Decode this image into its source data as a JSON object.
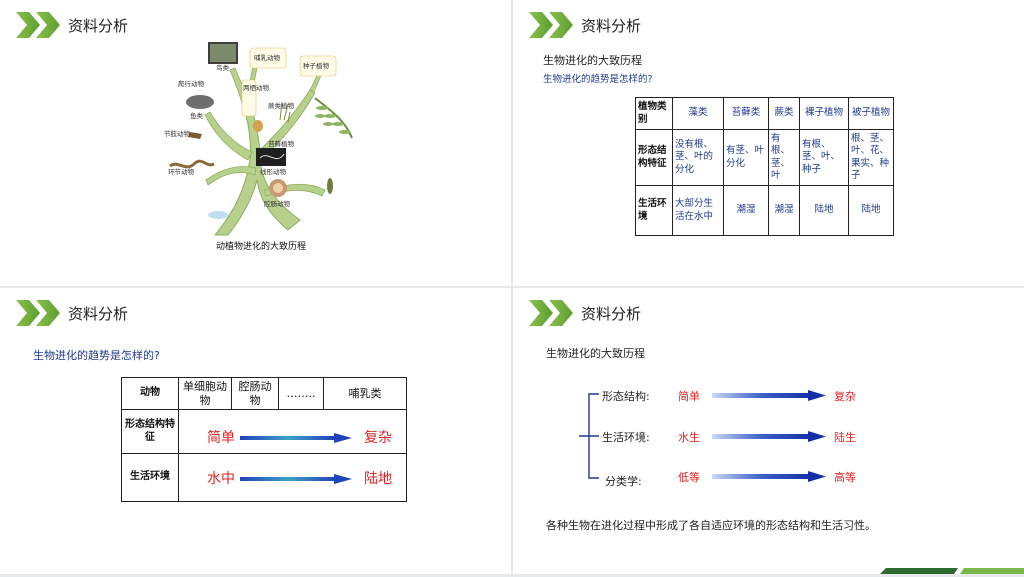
{
  "slides": [
    {
      "title": "资料分析",
      "tree": {
        "labels": {
          "mammal": "哺乳动物",
          "seed_plant": "种子植物",
          "bird": "鸟类",
          "reptile": "爬行动物",
          "amphibian": "两栖动物",
          "fern": "蕨类植物",
          "fish": "鱼类",
          "arthropod": "节肢动物",
          "moss": "苔藓植物",
          "annelid": "环节动物",
          "nematode": "线形动物",
          "cnidarian": "腔肠动物"
        },
        "caption": "动植物进化的大致历程"
      }
    },
    {
      "title": "资料分析",
      "heading": "生物进化的大致历程",
      "question": "生物进化的趋势是怎样的?",
      "table": {
        "header": [
          "植物类别",
          "藻类",
          "苔藓类",
          "蕨类",
          "裸子植物",
          "被子植物"
        ],
        "rows": [
          [
            "形态结构特征",
            "没有根、茎、叶的分化",
            "有茎、叶分化",
            "有根、茎、叶",
            "有根、茎、叶、种子",
            "根、茎、叶、花、果实、种子"
          ],
          [
            "生活环境",
            "大部分生活在水中",
            "潮湿",
            "潮湿",
            "陆地",
            "陆地"
          ]
        ]
      }
    },
    {
      "title": "资料分析",
      "question": "生物进化的趋势是怎样的?",
      "table": {
        "header": [
          "动物",
          "单细胞动物",
          "腔肠动物",
          "……..",
          "哺乳类"
        ],
        "row_labels": [
          "形态结构特征",
          "生活环境"
        ],
        "from": [
          "简单",
          "水中"
        ],
        "to": [
          "复杂",
          "陆地"
        ]
      }
    },
    {
      "title": "资料分析",
      "heading": "生物进化的大致历程",
      "rows": [
        {
          "label": "形态结构:",
          "from": "简单",
          "to": "复杂"
        },
        {
          "label": "生活环境:",
          "from": "水生",
          "to": "陆生"
        },
        {
          "label": "分类学:",
          "from": "低等",
          "to": "高等"
        }
      ],
      "footer": "各种生物在进化过程中形成了各自适应环境的形态结构和生活习性。"
    }
  ],
  "colors": {
    "accent_green": "#7ab648",
    "question_blue": "#1f3b8e",
    "arrow_red": "#e02424",
    "arrow_blue": "#1f3fb0"
  }
}
